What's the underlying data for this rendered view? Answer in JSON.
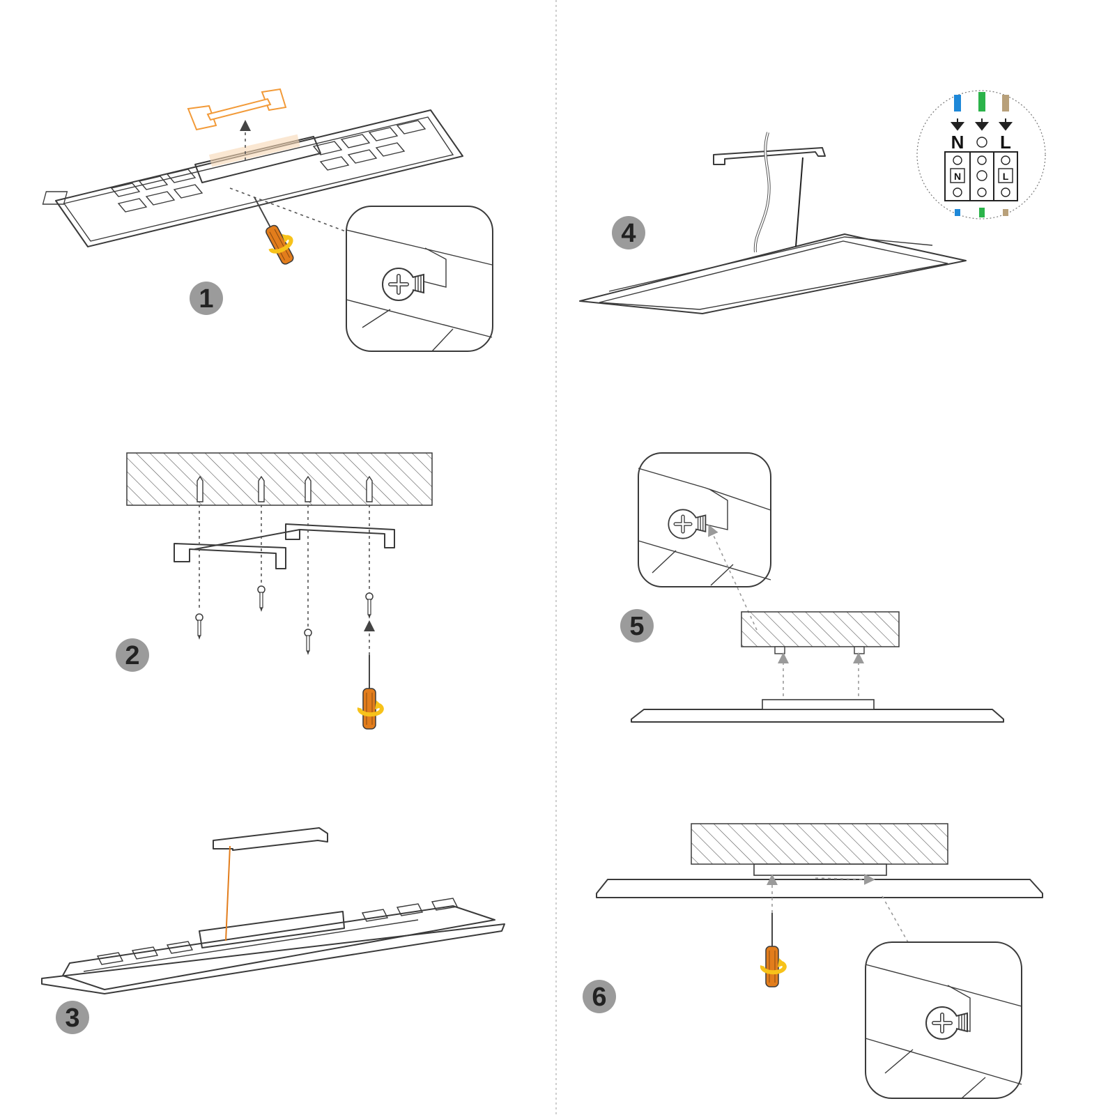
{
  "colors": {
    "badge": "#9b9b9b",
    "badge_text": "#222222",
    "line": "#3a3a3a",
    "bracket_highlight": "#f29a38",
    "screwdriver_body": "#e27d1c",
    "rotation_arrow": "#f7c21a",
    "wire_neutral": "#1e88d8",
    "wire_earth": "#2bb34a",
    "wire_live": "#b8a07a",
    "hatch": "#555555",
    "hint_arrow": "#9a9a9a"
  },
  "steps": [
    {
      "number": "1"
    },
    {
      "number": "2"
    },
    {
      "number": "3"
    },
    {
      "number": "4"
    },
    {
      "number": "5"
    },
    {
      "number": "6"
    }
  ],
  "wiring": {
    "terminals": [
      {
        "label": "N",
        "wire": "neutral"
      },
      {
        "label": "",
        "icon": "earth-icon",
        "wire": "earth"
      },
      {
        "label": "L",
        "wire": "live"
      }
    ]
  }
}
